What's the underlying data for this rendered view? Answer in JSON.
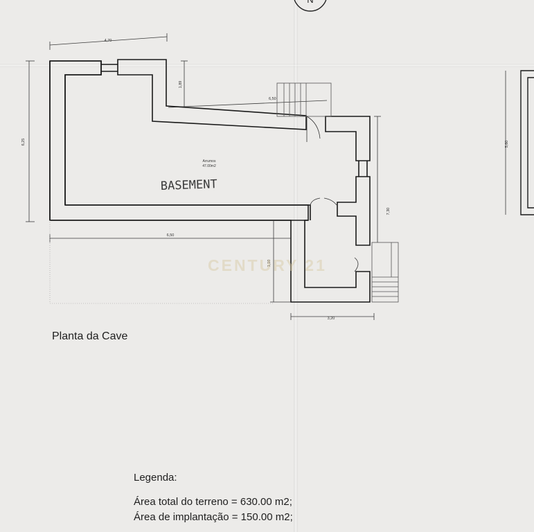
{
  "plan": {
    "title": "Planta da Cave",
    "room_name": "Arrumos",
    "room_area": "47.00m2",
    "handwritten_label": "BASEMENT",
    "north_label": "N"
  },
  "dimensions": {
    "top_width": "4,70",
    "left_height": "6,25",
    "notch_height": "1,89",
    "upper_span": "6,50",
    "lower_span": "6,50",
    "right_height": "7,30",
    "bottom_right_width": "3,20",
    "small_height": "1,10",
    "right_plan_height": "5,60"
  },
  "watermark": "CENTURY 21",
  "legend": {
    "title": "Legenda:",
    "lines": [
      "Área total do terreno = 630.00 m2;",
      "Área de implantação = 150.00 m2;"
    ]
  },
  "colors": {
    "paper": "#ecebe9",
    "wall_line": "#1a1a1a",
    "dim_line": "#3a3a3a"
  }
}
